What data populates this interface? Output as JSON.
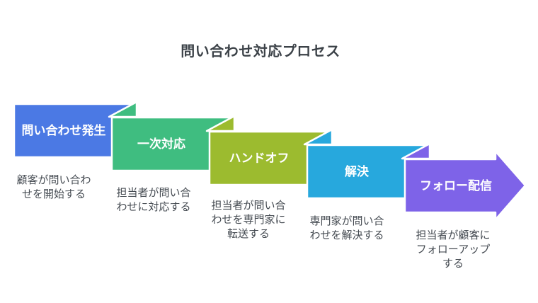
{
  "title": "問い合わせ対応プロセス",
  "palette": {
    "background": "#ffffff",
    "title_color": "#3c4248",
    "caption_color": "#454b52",
    "label_color": "#ffffff",
    "edge_color": "#ffffff"
  },
  "steps": [
    {
      "label": "問い合わせ発生",
      "caption": "顧客が問い合わ\nせを開始する",
      "color": "#4b79e4"
    },
    {
      "label": "一次対応",
      "caption": "担当者が問い合\nわせに対応する",
      "color": "#3fbd80"
    },
    {
      "label": "ハンドオフ",
      "caption": "担当者が問い合\nわせを専門家に\n転送する",
      "color": "#9cbb2f"
    },
    {
      "label": "解決",
      "caption": "専門家が問い合\nわせを解決する",
      "color": "#27a8dd"
    },
    {
      "label": "フォロー配信",
      "caption": "担当者が顧客に\nフォローアップ\nする",
      "color": "#7e63e8"
    }
  ]
}
